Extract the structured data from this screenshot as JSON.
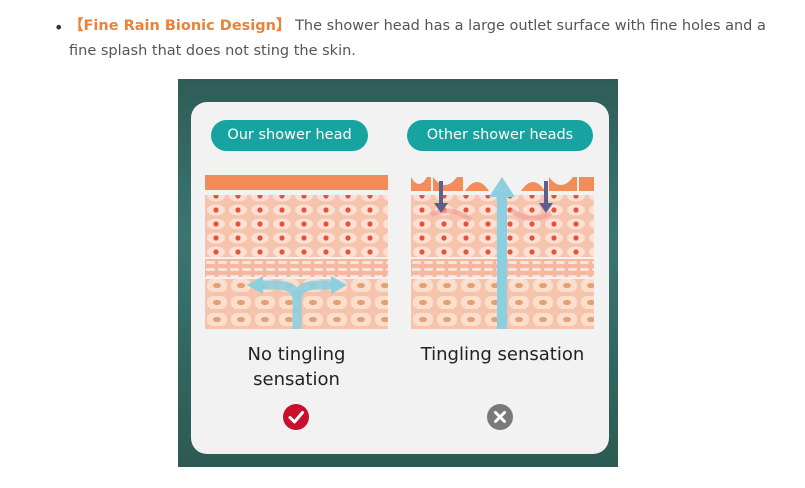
{
  "bullet": {
    "title": "【Fine Rain Bionic Design】",
    "text": " The shower head has a large outlet surface with fine holes and a fine splash that does not sting the skin."
  },
  "image": {
    "label_ours": "Our shower head",
    "label_others": "Other shower heads",
    "caption_ours": "No tingling sensation",
    "caption_others": "Tingling sensation",
    "check_icon": "check-circle-icon",
    "cross_icon": "x-circle-icon",
    "colors": {
      "accent": "#17a3a0",
      "title": "#e9823a",
      "check": "#c8102e",
      "cross": "#7a7a7a"
    }
  }
}
